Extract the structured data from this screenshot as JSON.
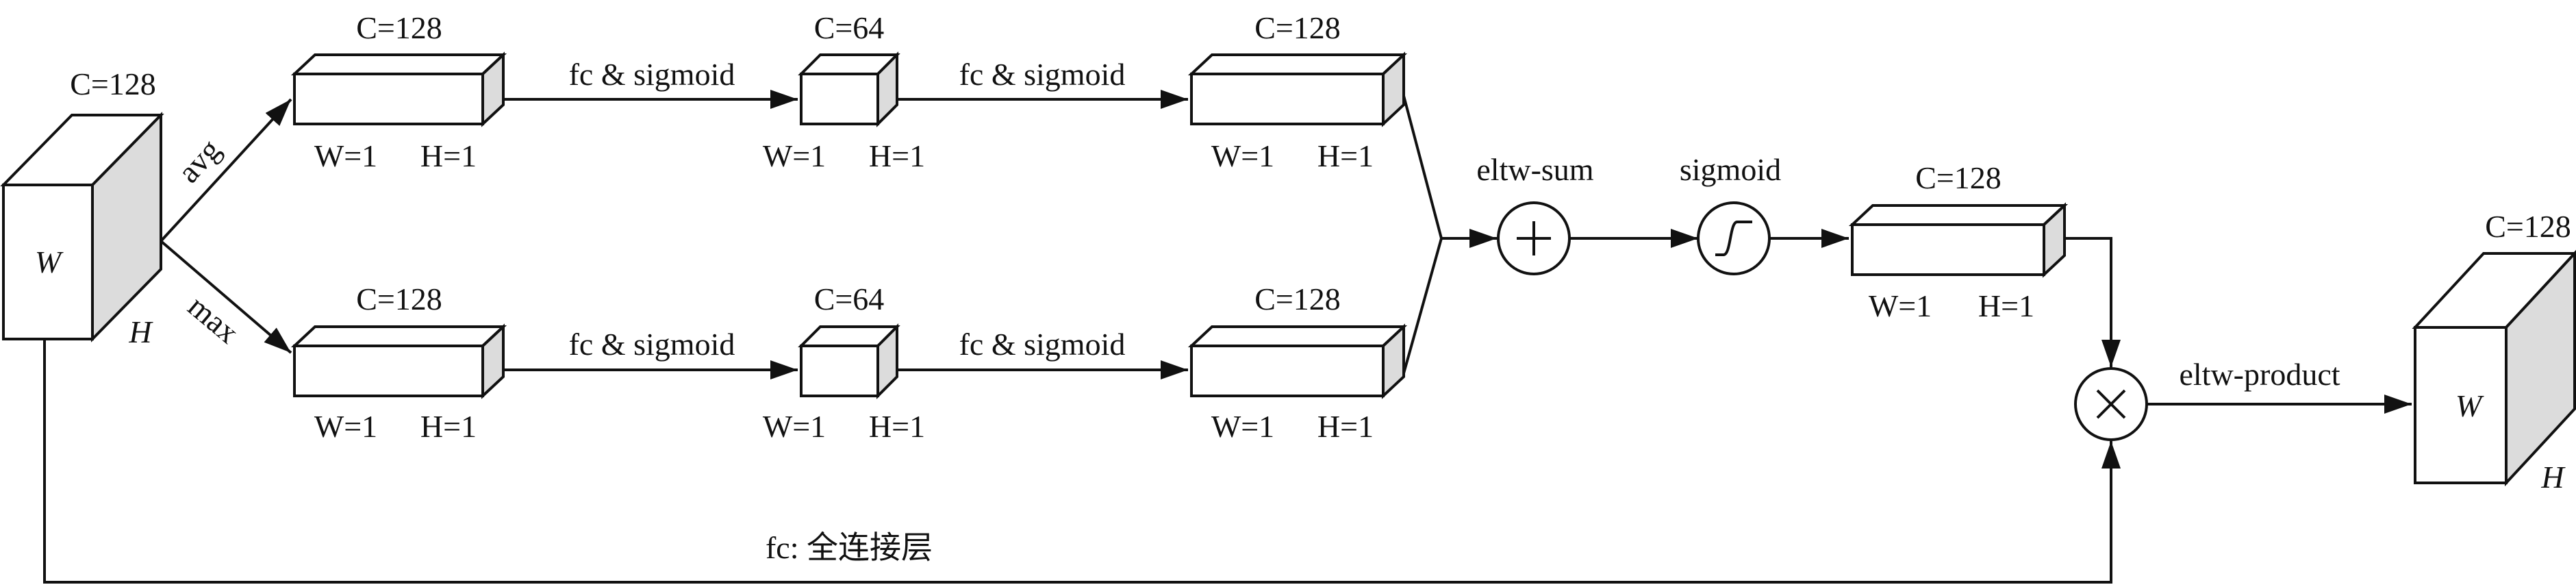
{
  "labels": {
    "c128": "C=128",
    "c64": "C=64",
    "w1": "W=1",
    "h1": "H=1",
    "avg": "avg",
    "max": "max",
    "fc_sigmoid": "fc & sigmoid",
    "eltw_sum": "eltw-sum",
    "sigmoid": "sigmoid",
    "eltw_product": "eltw-product",
    "W": "W",
    "H": "H",
    "footnote": "fc: 全连接层"
  },
  "symbols": {
    "plus": "+",
    "times": "×"
  }
}
